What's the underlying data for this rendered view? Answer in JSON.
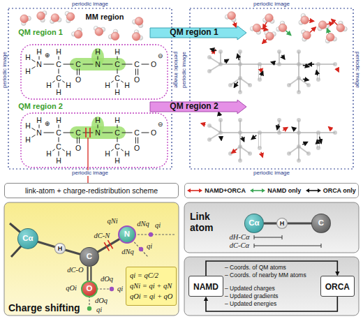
{
  "diagram": {
    "nodes": [
      {
        "text": [
          "QM region 1"
        ]
      },
      {
        "text": [
          "QM region 2"
        ]
      },
      {
        "text": [
          "link-atom + charge-redistribution scheme"
        ]
      },
      {
        "text": [
          "Charge shifting"
        ]
      },
      {
        "text": [
          "Cα"
        ],
        "in": 3
      },
      {
        "text": [
          "H"
        ],
        "in": 3
      },
      {
        "text": [
          "C"
        ],
        "in": 3
      },
      {
        "text": [
          "N"
        ],
        "in": 3
      },
      {
        "text": [
          "O"
        ],
        "in": 3
      },
      {
        "text": [
          "qi = qC/2",
          "qNi = qi + qN",
          "qOi = qi + qO"
        ],
        "in": 3
      },
      {
        "text": [
          "Link atom"
        ]
      },
      {
        "text": [
          "Cα"
        ],
        "in": 10
      },
      {
        "text": [
          "H"
        ],
        "in": 10
      },
      {
        "text": [
          "C"
        ],
        "in": 10
      },
      {
        "text": [
          "– Coords. of QM atoms",
          "– Coords. of nearby MM atoms",
          "– Updated charges",
          "– Updated gradients",
          "– Updated energies"
        ]
      },
      {
        "text": [
          "NAMD"
        ],
        "in": 14
      },
      {
        "text": [
          "ORCA"
        ],
        "in": 14
      }
    ],
    "edges": [
      {
        "from": 4,
        "to": 5,
        "arrow": "none"
      },
      {
        "from": 5,
        "to": 6,
        "arrow": "none"
      },
      {
        "from": 6,
        "to": 7,
        "arrow": "none"
      },
      {
        "from": 6,
        "to": 8,
        "arrow": "none"
      },
      {
        "from": 11,
        "to": 12,
        "arrow": "none"
      },
      {
        "from": 12,
        "to": 13,
        "arrow": "none"
      },
      {
        "from": 15,
        "to": 16,
        "arrow": "to"
      },
      {
        "from": 16,
        "to": 15,
        "arrow": "to"
      }
    ],
    "labels": [
      "QM region 1",
      "MM region",
      "QM region 2",
      "periodic image",
      "periodic image",
      "periodic image",
      "periodic image",
      "H",
      "H",
      "H",
      "N",
      "⊕",
      "C",
      "H",
      "C",
      "H",
      "H",
      "H",
      "C",
      "O",
      "N",
      "H",
      "C",
      "H",
      "C",
      "H",
      "H",
      "H",
      "C",
      "O",
      "O",
      "⊖",
      "H",
      "H",
      "H",
      "N",
      "⊕",
      "C",
      "H",
      "C",
      "H",
      "H",
      "H",
      "C",
      "O",
      "N",
      "H",
      "C",
      "H",
      "C",
      "H",
      "H",
      "H",
      "C",
      "O",
      "O",
      "⊖",
      "periodic image",
      "periodic image",
      "periodic image",
      "periodic image",
      "dC-N",
      "qNi",
      "dNq",
      "qi",
      "dNq",
      "qi",
      "dC-O",
      "qOi",
      "dOq",
      "qi",
      "dOq",
      "qi",
      "dH-Cα",
      "dC-Cα"
    ],
    "legend": [
      {
        "text": "NAMD+ORCA"
      },
      {
        "text": "NAMD only"
      },
      {
        "text": "ORCA only"
      }
    ]
  }
}
